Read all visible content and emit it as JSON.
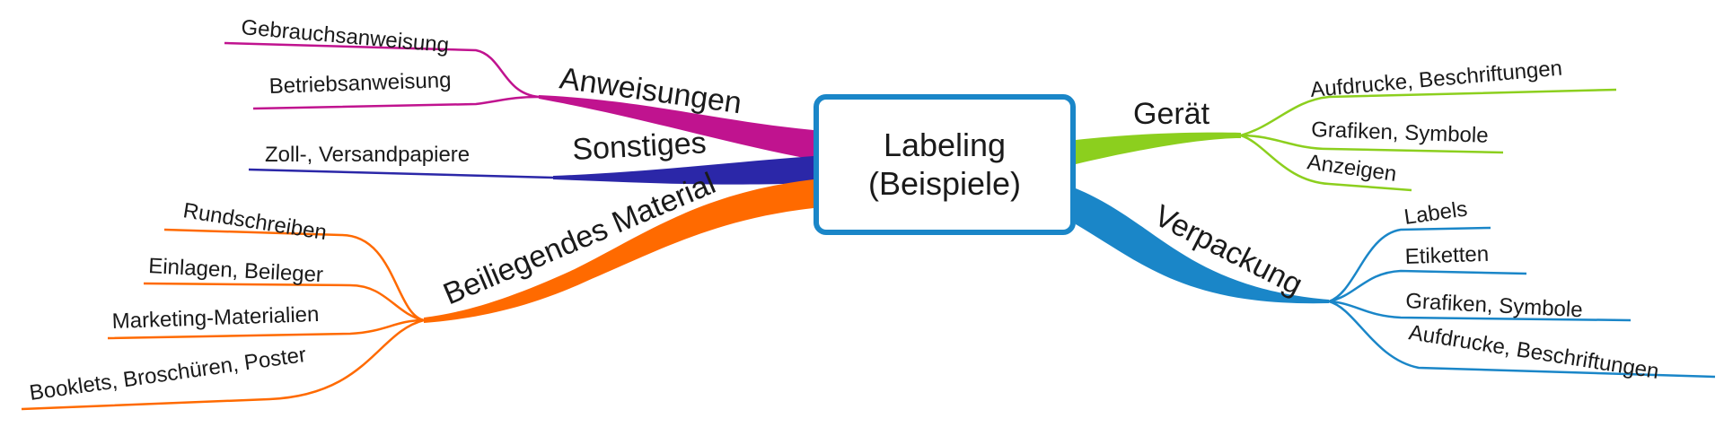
{
  "center": {
    "line1": "Labeling",
    "line2": "(Beispiele)"
  },
  "colors": {
    "anweisungen": "#c0138f",
    "sonstiges": "#2b27a8",
    "beiliegendes": "#ff6a00",
    "geraet": "#8ccf1e",
    "verpackung": "#1a86c8"
  },
  "branches": {
    "anweisungen": {
      "label": "Anweisungen",
      "leaves": [
        "Gebrauchsanweisung",
        "Betriebsanweisung"
      ]
    },
    "sonstiges": {
      "label": "Sonstiges",
      "leaves": [
        "Zoll-, Versandpapiere"
      ]
    },
    "beiliegendes": {
      "label": "Beiliegendes Material",
      "leaves": [
        "Rundschreiben",
        "Einlagen, Beileger",
        "Marketing-Materialien",
        "Booklets, Broschüren, Poster"
      ]
    },
    "geraet": {
      "label": "Gerät",
      "leaves": [
        "Aufdrucke, Beschriftungen",
        "Grafiken, Symbole",
        "Anzeigen"
      ]
    },
    "verpackung": {
      "label": "Verpackung",
      "leaves": [
        "Labels",
        "Etiketten",
        "Grafiken, Symbole",
        "Aufdrucke, Beschriftungen"
      ]
    }
  }
}
